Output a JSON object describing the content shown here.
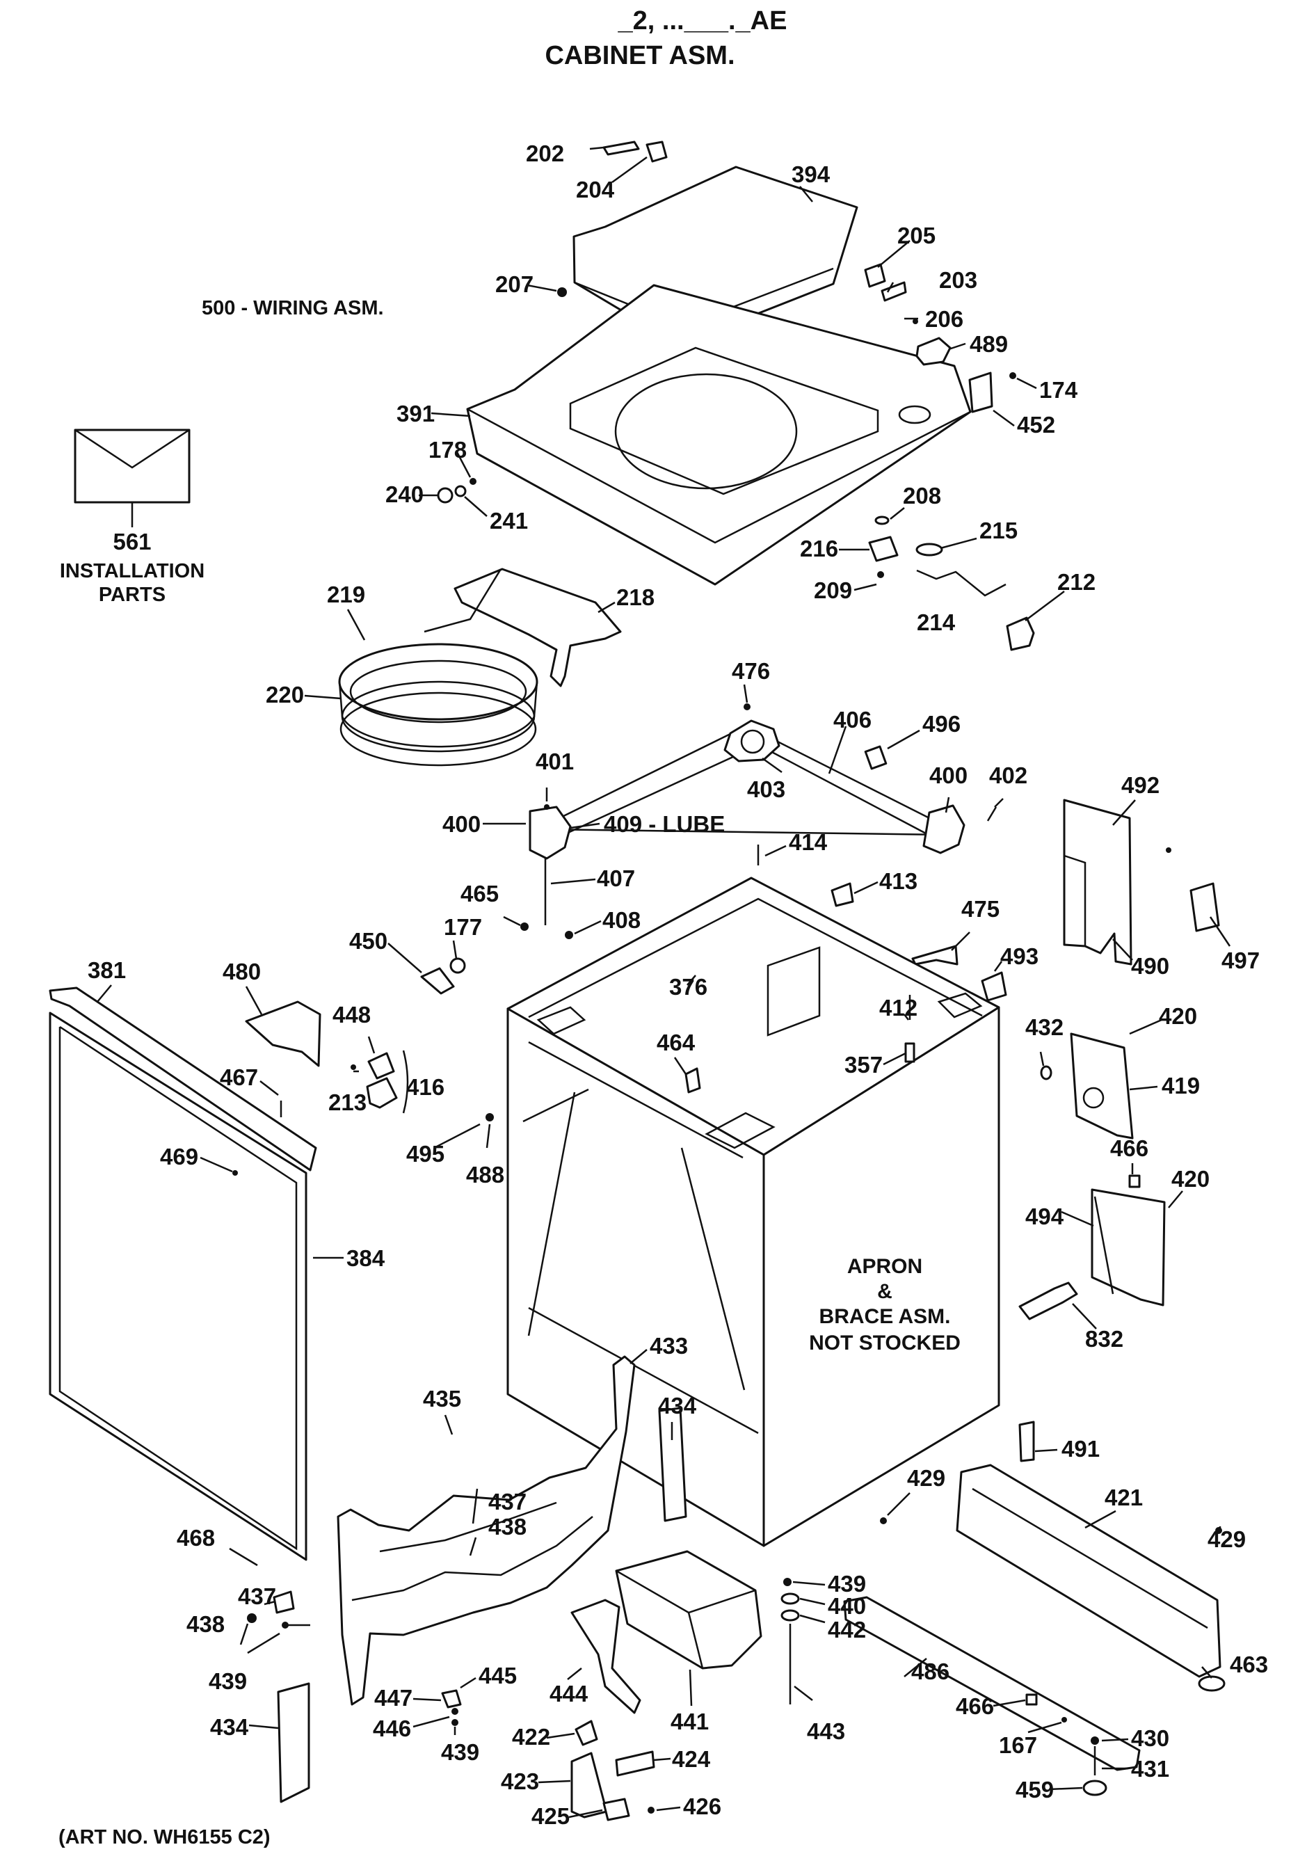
{
  "header": {
    "title": "CABINET ASM.",
    "model_fragment": "_2, ...___._AE"
  },
  "notes": {
    "wiring": "500 - WIRING ASM.",
    "install_num": "561",
    "install_line1": "INSTALLATION",
    "install_line2": "PARTS",
    "apron1": "APRON",
    "apron2": "&",
    "apron3": "BRACE ASM.",
    "apron4": "NOT STOCKED",
    "art": "(ART NO. WH6155 C2)"
  },
  "callouts": {
    "c202": "202",
    "c204": "204",
    "c394": "394",
    "c205": "205",
    "c203": "203",
    "c206": "206",
    "c207": "207",
    "c489": "489",
    "c174": "174",
    "c452": "452",
    "c391": "391",
    "c178": "178",
    "c240": "240",
    "c241": "241",
    "c208": "208",
    "c215": "215",
    "c216": "216",
    "c209": "209",
    "c214": "214",
    "c212": "212",
    "c219": "219",
    "c218": "218",
    "c220": "220",
    "c476": "476",
    "c406": "406",
    "c496": "496",
    "c401": "401",
    "c400a": "400",
    "c409": "409 - LUBE",
    "c403": "403",
    "c400b": "400",
    "c402": "402",
    "c492": "492",
    "c414": "414",
    "c407": "407",
    "c465": "465",
    "c408": "408",
    "c413": "413",
    "c475": "475",
    "c490": "490",
    "c497": "497",
    "c177": "177",
    "c450": "450",
    "c376": "376",
    "c493": "493",
    "c381": "381",
    "c480": "480",
    "c448": "448",
    "c416": "416",
    "c213": "213",
    "c467a": "467",
    "c412": "412",
    "c357": "357",
    "c464": "464",
    "c432": "432",
    "c420a": "420",
    "c419": "419",
    "c495": "495",
    "c488": "488",
    "c469": "469",
    "c466a": "466",
    "c420b": "420",
    "c494": "494",
    "c384": "384",
    "c832": "832",
    "c433": "433",
    "c435": "435",
    "c434a": "434",
    "c491": "491",
    "c429a": "429",
    "c421": "421",
    "c437a": "437",
    "c438a": "438",
    "c468": "468",
    "c429b": "429",
    "c437b": "437",
    "c438b": "438",
    "c439a": "439",
    "c440": "440",
    "c442": "442",
    "c439b": "439",
    "c463": "463",
    "c486": "486",
    "c445": "445",
    "c444": "444",
    "c434b": "434",
    "c447": "447",
    "c441": "441",
    "c466b": "466",
    "c446": "446",
    "c443": "443",
    "c167": "167",
    "c430": "430",
    "c439c": "439",
    "c422": "422",
    "c424": "424",
    "c431": "431",
    "c423": "423",
    "c459": "459",
    "c425": "425",
    "c426": "426"
  }
}
